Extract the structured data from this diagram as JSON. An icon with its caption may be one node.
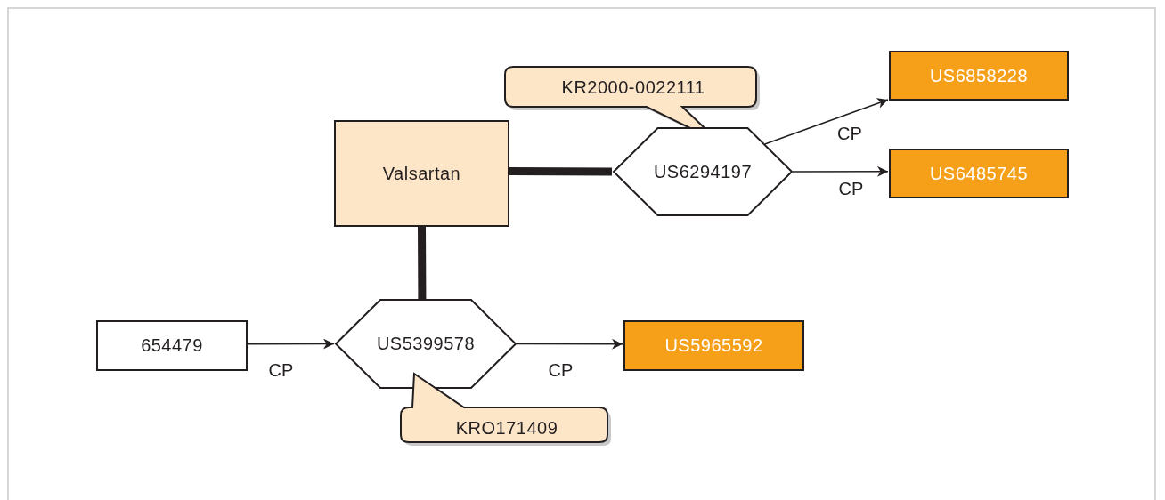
{
  "diagram": {
    "nodes": [
      {
        "text": [
          "Valsartan"
        ]
      },
      {
        "text": [
          "KR2000-0022111"
        ]
      },
      {
        "text": [
          "US6294197"
        ]
      },
      {
        "text": [
          "US6858228"
        ]
      },
      {
        "text": [
          "US6485745"
        ]
      },
      {
        "text": [
          "654479"
        ]
      },
      {
        "text": [
          "US5399578"
        ]
      },
      {
        "text": [
          "US5965592"
        ]
      },
      {
        "text": [
          "KRO171409"
        ]
      }
    ],
    "edges": [
      {
        "from": 0,
        "to": 2,
        "arrow": "none",
        "style": "thick"
      },
      {
        "from": 0,
        "to": 6,
        "arrow": "none",
        "style": "thick"
      },
      {
        "from": 2,
        "to": 3,
        "arrow": "to",
        "label": "CP"
      },
      {
        "from": 2,
        "to": 4,
        "arrow": "to",
        "label": "CP"
      },
      {
        "from": 5,
        "to": 6,
        "arrow": "to",
        "label": "CP"
      },
      {
        "from": 6,
        "to": 7,
        "arrow": "to",
        "label": "CP"
      }
    ]
  }
}
